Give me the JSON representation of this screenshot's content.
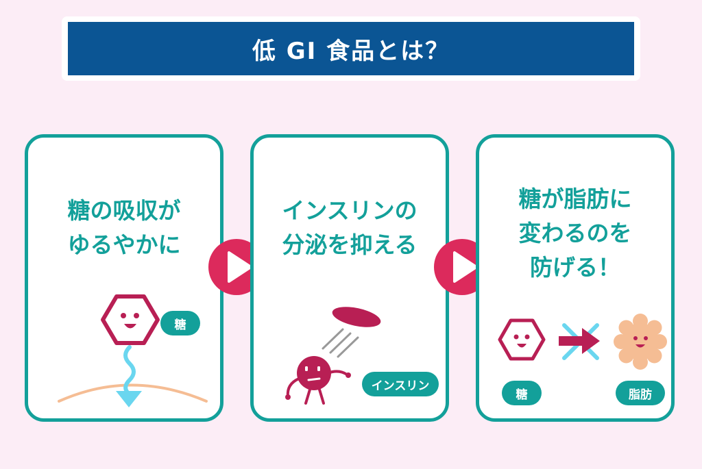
{
  "title": "低 GI 食品とは？",
  "panels": [
    {
      "text": [
        "糖の吸収が",
        "ゆるやかに"
      ],
      "label": "糖"
    },
    {
      "text": [
        "インスリンの",
        "分泌を抑える"
      ],
      "label": "インスリン"
    },
    {
      "text": [
        "糖が脂肪に",
        "変わるのを",
        "防げる！"
      ],
      "label_sugar": "糖",
      "label_fat": "脂肪"
    }
  ],
  "colors": {
    "background": "#fcedf6",
    "title_bar": "#0b5594",
    "teal": "#13a09a",
    "crimson": "#b81f54",
    "arrow_red": "#dc2a5c",
    "light_blue": "#6ad6ef",
    "peach": "#f5bd94"
  }
}
